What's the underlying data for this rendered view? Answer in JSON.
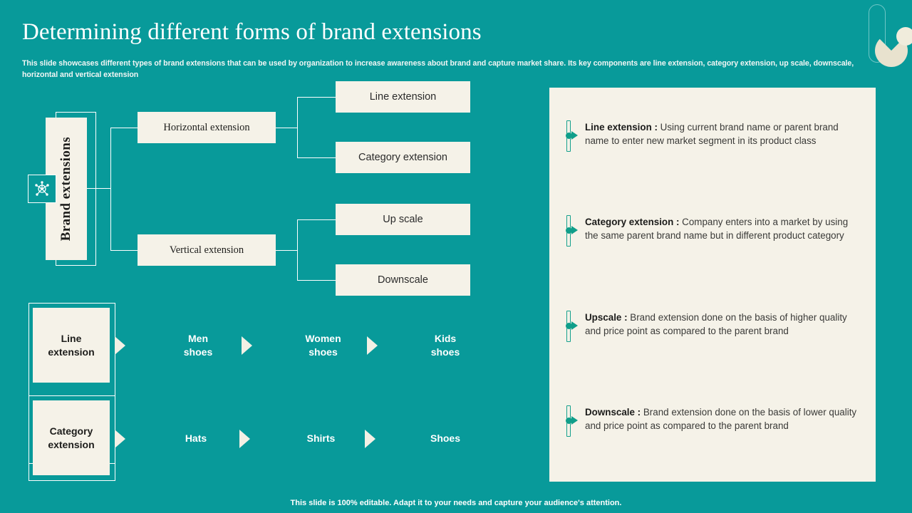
{
  "slide": {
    "title": "Determining different forms of brand extensions",
    "subtitle": "This slide showcases different types of brand extensions that can be used by organization to increase awareness about brand and capture market share. Its key components are line extension, category extension, up scale, downscale, horizontal and vertical extension",
    "footer": "This slide is 100% editable. Adapt it to your needs and capture your audience's attention."
  },
  "colors": {
    "background_teal": "#089A9A",
    "cream": "#F5F2E8",
    "accent_green": "#0F9E8A",
    "line_white": "#FFFFFF",
    "text_dark": "#1D1D1B",
    "deco_cream": "#E8E2CE"
  },
  "diagram": {
    "root": {
      "label": "Brand extensions",
      "icon": "brand-network-star-icon"
    },
    "branches": [
      {
        "label": "Horizontal extension",
        "children": [
          {
            "label": "Line extension"
          },
          {
            "label": "Category extension"
          }
        ]
      },
      {
        "label": "Vertical extension",
        "children": [
          {
            "label": "Up scale"
          },
          {
            "label": "Downscale"
          }
        ]
      }
    ]
  },
  "card_grid": {
    "rows": [
      {
        "cards": [
          {
            "label": "Line\nextension",
            "style": "cream"
          },
          {
            "label": "Men\nshoes",
            "style": "teal"
          },
          {
            "label": "Women\nshoes",
            "style": "teal"
          },
          {
            "label": "Kids\nshoes",
            "style": "teal"
          }
        ]
      },
      {
        "cards": [
          {
            "label": "Category\nextension",
            "style": "cream"
          },
          {
            "label": "Hats",
            "style": "teal"
          },
          {
            "label": "Shirts",
            "style": "teal"
          },
          {
            "label": "Shoes",
            "style": "teal"
          }
        ]
      }
    ]
  },
  "info_panel": {
    "bullets": [
      {
        "term": "Line extension :",
        "description": " Using current brand name or parent brand name to enter new market segment in its product class"
      },
      {
        "term": "Category extension :",
        "description": " Company enters into a market by using the same parent brand name but in different product category"
      },
      {
        "term": "Upscale :",
        "description": "  Brand extension done on the basis of higher quality and price point as compared to the parent brand"
      },
      {
        "term": "Downscale :",
        "description": "  Brand extension done on the basis of lower quality and price point as compared to the parent brand"
      }
    ]
  }
}
